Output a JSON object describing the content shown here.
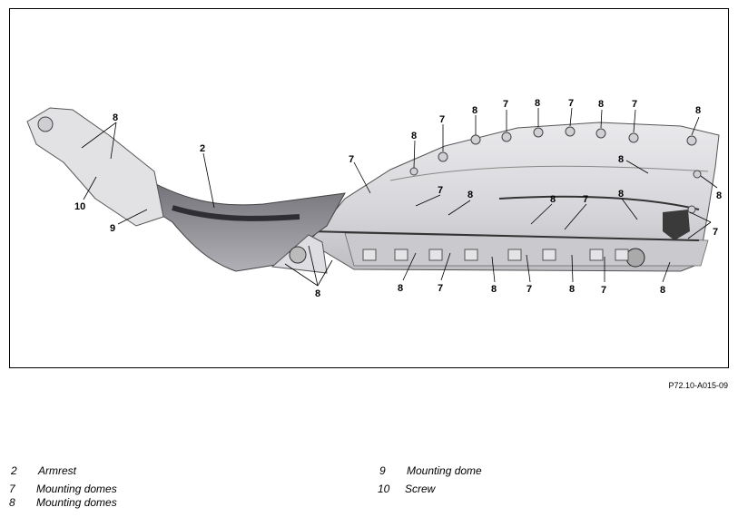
{
  "figure_id": "P72.10-A015-09",
  "callouts": {
    "armrest": "2",
    "dome7": "7",
    "dome8": "8",
    "dome9": "9",
    "screw": "10"
  },
  "legend": [
    {
      "num": "2",
      "text": "Armrest"
    },
    {
      "num": "7",
      "text": "Mounting domes"
    },
    {
      "num": "8",
      "text": "Mounting domes"
    },
    {
      "num": "9",
      "text": "Mounting dome"
    },
    {
      "num": "10",
      "text": "Screw"
    }
  ]
}
